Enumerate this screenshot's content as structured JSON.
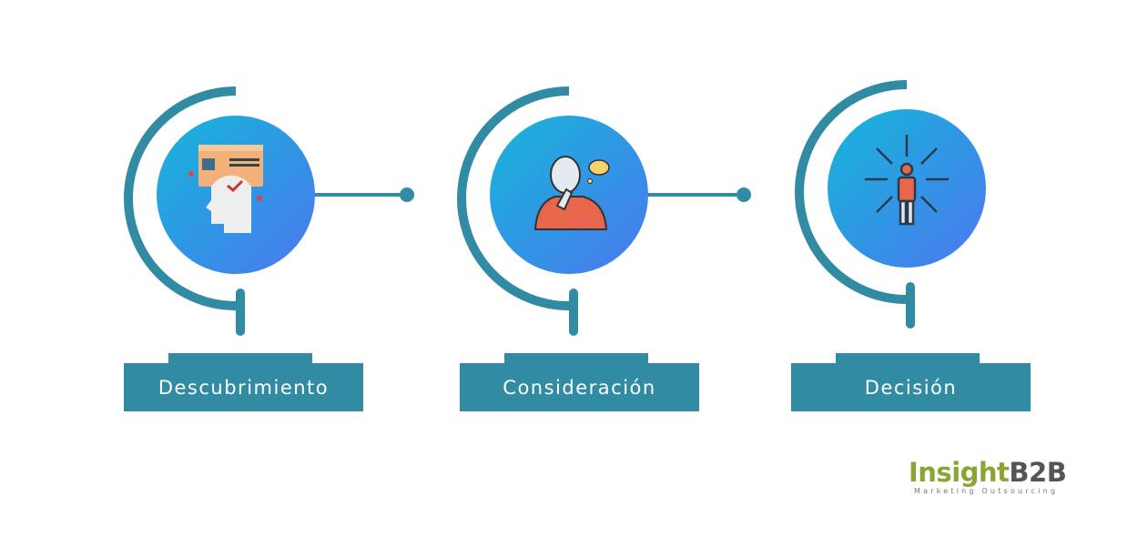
{
  "stages": [
    {
      "label": "Descubrimiento",
      "icon": "head-idcard-icon"
    },
    {
      "label": "Consideración",
      "icon": "thinking-person-icon"
    },
    {
      "label": "Decisión",
      "icon": "person-arrows-icon"
    }
  ],
  "logo": {
    "brand_a": "Insight",
    "brand_b": "B2B",
    "tagline": "Marketing Outsourcing"
  },
  "colors": {
    "teal": "#318ba3",
    "gradient_start": "#16b6d9",
    "gradient_end": "#4a78ef",
    "logo_green": "#8aa531"
  }
}
